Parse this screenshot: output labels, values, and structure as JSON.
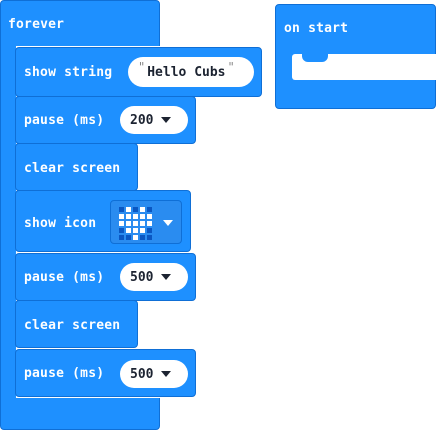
{
  "forever": {
    "title": "forever",
    "blocks": [
      {
        "label": "show string",
        "value": "Hello Cubs"
      },
      {
        "label": "pause (ms)",
        "value": "200"
      },
      {
        "label": "clear screen"
      },
      {
        "label": "show icon",
        "icon": "heart-icon"
      },
      {
        "label": "pause (ms)",
        "value": "500"
      },
      {
        "label": "clear screen"
      },
      {
        "label": "pause (ms)",
        "value": "500"
      }
    ]
  },
  "on_start": {
    "title": "on start"
  },
  "colors": {
    "block_blue": "#1e90ff",
    "block_border": "#0f6fd6",
    "pill_bg": "#ffffff",
    "pill_text": "#1c2331"
  }
}
